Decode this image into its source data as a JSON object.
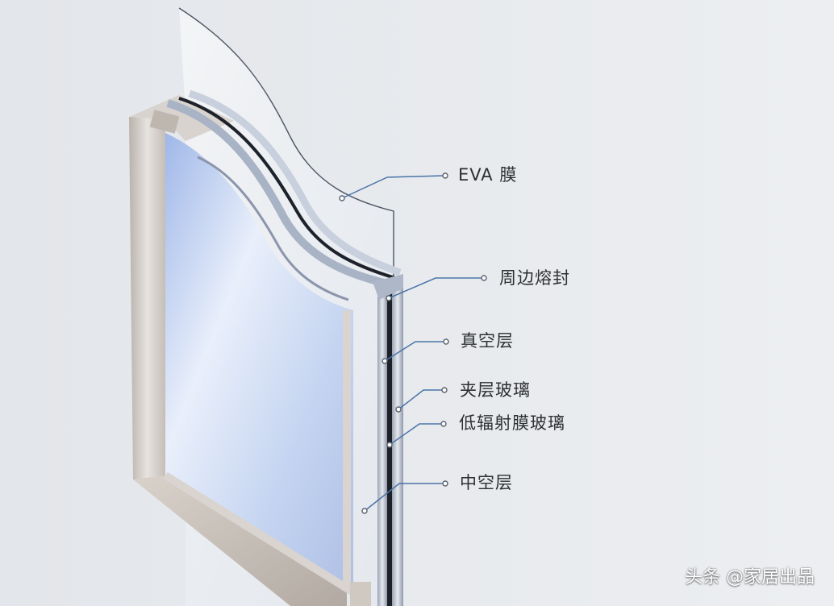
{
  "labels": {
    "eva_film": "EVA 膜",
    "edge_seal": "周边熔封",
    "vacuum_layer": "真空层",
    "laminated_glass": "夹层玻璃",
    "low_e_glass": "低辐射膜玻璃",
    "hollow_layer": "中空层"
  },
  "watermark": "头条 @家居出品",
  "colors": {
    "background": "#e9ebee",
    "frame": "#c9c3bd",
    "glass": "#c7d6f2",
    "callout_line": "#4a74a8",
    "label": "#2d2f33"
  }
}
